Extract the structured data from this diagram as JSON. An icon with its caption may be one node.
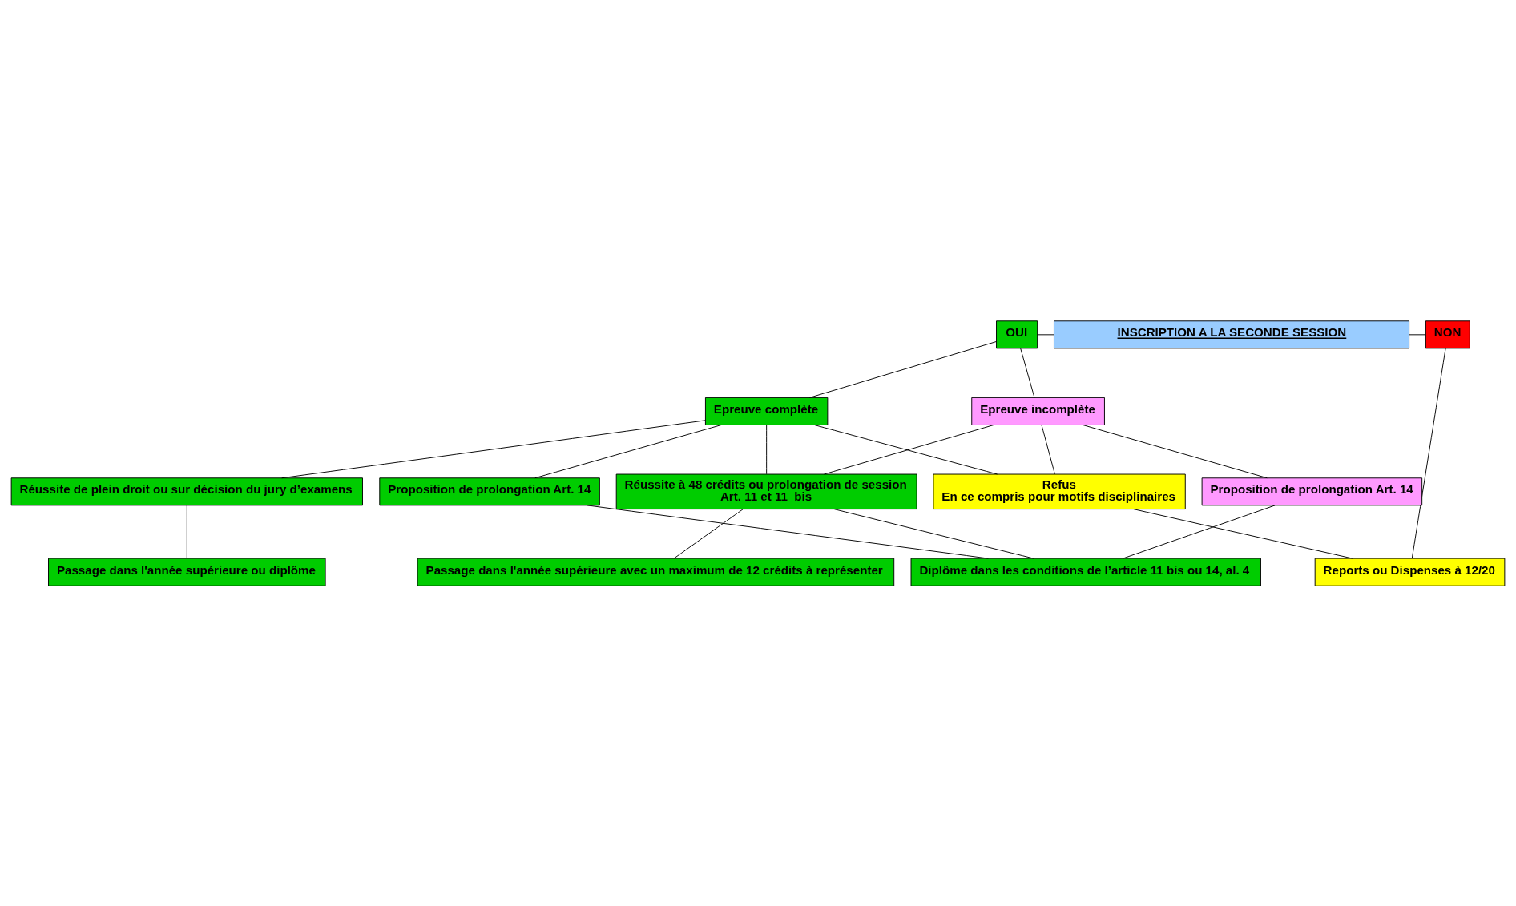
{
  "diagram": {
    "nodes": [
      {
        "text": [
          "INSCRIPTION A LA SECONDE SESSION"
        ]
      },
      {
        "text": [
          "OUI"
        ]
      },
      {
        "text": [
          "NON"
        ]
      },
      {
        "text": [
          "Epreuve complète"
        ]
      },
      {
        "text": [
          "Epreuve incomplète"
        ]
      },
      {
        "text": [
          "Réussite de plein droit ou sur décision du jury d’examens"
        ]
      },
      {
        "text": [
          "Réussite à 48 crédits ou prolongation de session",
          "Art. 11 et 11  bis"
        ]
      },
      {
        "text": [
          "Proposition de prolongation Art. 14"
        ]
      },
      {
        "text": [
          "Refus",
          "En ce compris pour motifs disciplinaires"
        ]
      },
      {
        "text": [
          "Proposition de prolongation Art. 14"
        ]
      },
      {
        "text": [
          "Passage dans l'année supérieure ou diplôme"
        ]
      },
      {
        "text": [
          "Passage dans l'année supérieure avec un maximum de 12 crédits à représenter"
        ]
      },
      {
        "text": [
          "Diplôme dans les conditions de l’article 11 bis ou 14, al. 4"
        ]
      },
      {
        "text": [
          "Reports ou Dispenses à 12/20"
        ]
      }
    ],
    "edges": [
      {
        "from": 1,
        "to": 0,
        "arrow": "none"
      },
      {
        "from": 0,
        "to": 2,
        "arrow": "none"
      },
      {
        "from": 1,
        "to": 3,
        "arrow": "none"
      },
      {
        "from": 1,
        "to": 4,
        "arrow": "none"
      },
      {
        "from": 3,
        "to": 5,
        "arrow": "none"
      },
      {
        "from": 3,
        "to": 6,
        "arrow": "none"
      },
      {
        "from": 3,
        "to": 7,
        "arrow": "none"
      },
      {
        "from": 3,
        "to": 8,
        "arrow": "none"
      },
      {
        "from": 4,
        "to": 6,
        "arrow": "none"
      },
      {
        "from": 4,
        "to": 8,
        "arrow": "none"
      },
      {
        "from": 4,
        "to": 9,
        "arrow": "none"
      },
      {
        "from": 5,
        "to": 10,
        "arrow": "none"
      },
      {
        "from": 6,
        "to": 11,
        "arrow": "none"
      },
      {
        "from": 6,
        "to": 12,
        "arrow": "none"
      },
      {
        "from": 7,
        "to": 12,
        "arrow": "none"
      },
      {
        "from": 9,
        "to": 12,
        "arrow": "none"
      },
      {
        "from": 8,
        "to": 13,
        "arrow": "none"
      },
      {
        "from": 2,
        "to": 13,
        "arrow": "none"
      }
    ]
  }
}
